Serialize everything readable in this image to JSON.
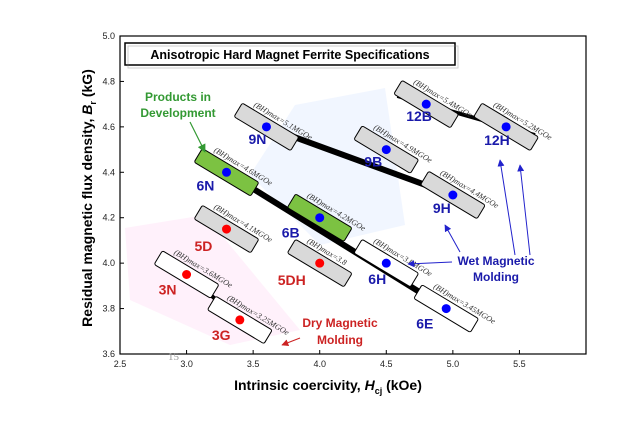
{
  "chart_data": {
    "type": "scatter",
    "title": "Anisotropic Hard Magnet Ferrite Specifications",
    "xlabel": {
      "main": "Intrinsic coercivity, ",
      "sym": "H",
      "sub": "cj",
      "unit": " (kOe)"
    },
    "ylabel": {
      "main": "Residual magnetic flux density, ",
      "sym": "B",
      "sub": "r",
      "unit": " (kG)"
    },
    "xlim": [
      2.5,
      6.0
    ],
    "ylim": [
      3.6,
      5.0
    ],
    "xticks": [
      "2.5",
      "3.0",
      "3.5",
      "4.0",
      "4.5",
      "5.0",
      "5.5"
    ],
    "yticks": [
      "3.6",
      "3.8",
      "4.0",
      "4.2",
      "4.4",
      "4.6",
      "4.8",
      "5.0"
    ],
    "colors": {
      "dry": "#ff0000",
      "wet": "#0000ff",
      "development": "#7cc242",
      "dev_text": "#339933",
      "line": "#000000"
    },
    "series": [
      {
        "name": "Dry Magnetic Molding",
        "color": "#ff0000",
        "points": [
          {
            "label": "3N",
            "x": 3.0,
            "y": 3.95,
            "bh": "(BH)max=3.6MGOe"
          },
          {
            "label": "3G",
            "x": 3.4,
            "y": 3.75,
            "bh": "(BH)max=3.25MGOe"
          },
          {
            "label": "5D",
            "x": 3.3,
            "y": 4.15,
            "bh": "(BH)max=4.1MGOe"
          },
          {
            "label": "5DH",
            "x": 4.0,
            "y": 4.0,
            "bh": "(BH)max=3.8"
          }
        ]
      },
      {
        "name": "Wet Magnetic Molding",
        "color": "#0000ff",
        "points": [
          {
            "label": "6N",
            "x": 3.3,
            "y": 4.4,
            "bh": "(BH)max=4.6MGOe"
          },
          {
            "label": "6B",
            "x": 4.0,
            "y": 4.2,
            "bh": "(BH)max=4.2MGOe"
          },
          {
            "label": "6H",
            "x": 4.5,
            "y": 4.0,
            "bh": "(BH)max=3.8MGOe"
          },
          {
            "label": "6E",
            "x": 4.95,
            "y": 3.8,
            "bh": "(BH)max=3.45MGOe"
          },
          {
            "label": "9N",
            "x": 3.6,
            "y": 4.6,
            "bh": "(BH)max=5.1MGOe"
          },
          {
            "label": "9B",
            "x": 4.5,
            "y": 4.5,
            "bh": "(BH)max=4.9MGOe"
          },
          {
            "label": "9H",
            "x": 5.0,
            "y": 4.3,
            "bh": "(BH)max=4.4MGOe"
          },
          {
            "label": "12B",
            "x": 4.8,
            "y": 4.7,
            "bh": "(BH)max=5.4MGOe"
          },
          {
            "label": "12H",
            "x": 5.4,
            "y": 4.6,
            "bh": "(BH)max=5.2MGOe"
          }
        ]
      }
    ],
    "development_grades": [
      "6N",
      "6B"
    ],
    "annotations": {
      "products": [
        "Products in",
        "Development"
      ],
      "wet": [
        "Wet Magnetic",
        "Molding"
      ],
      "dry": [
        "Dry Magnetic",
        "Molding"
      ]
    },
    "page_number": "15"
  }
}
